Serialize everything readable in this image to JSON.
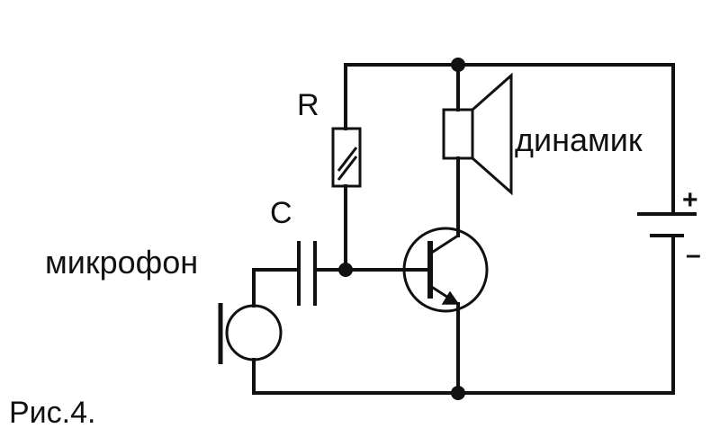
{
  "labels": {
    "resistor": "R",
    "capacitor": "C",
    "speaker": "динамик",
    "microphone": "микрофон",
    "plus": "+",
    "minus": "–",
    "figure": "Рис.4."
  },
  "colors": {
    "ink": "#111111",
    "background": "#ffffff"
  }
}
